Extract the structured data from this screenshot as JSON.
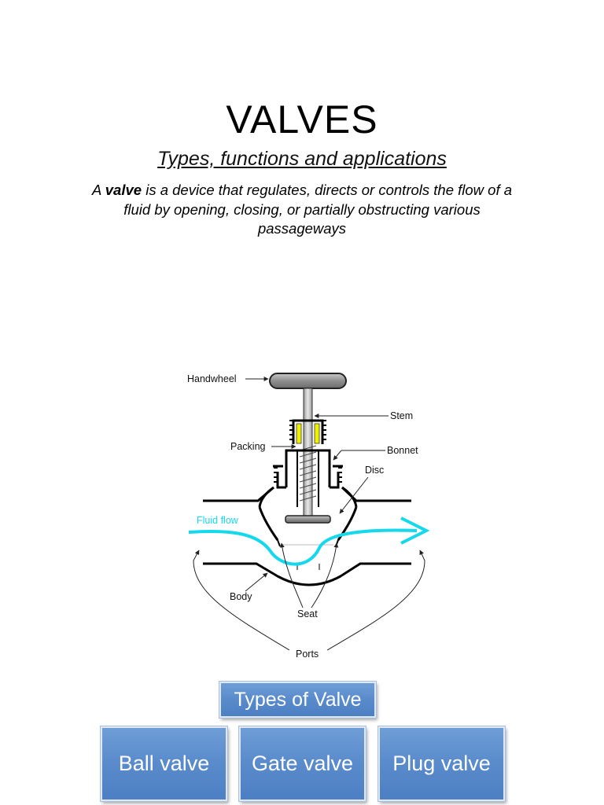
{
  "slide": {
    "title": "VALVES",
    "subtitle": "Types, functions and applications",
    "definition": {
      "prefix": "A ",
      "bold_word": "valve",
      "rest": " is a device that regulates, directs or controls the flow of a fluid by opening, closing, or partially obstructing various passageways"
    }
  },
  "diagram": {
    "labels": {
      "handwheel": "Handwheel",
      "stem": "Stem",
      "packing": "Packing",
      "bonnet": "Bonnet",
      "disc": "Disc",
      "fluid_flow": "Fluid flow",
      "body": "Body",
      "seat": "Seat",
      "ports": "Ports"
    },
    "colors": {
      "flow": "#14d8ec",
      "packing": "#f0f000",
      "handwheel": "#9a9a9a"
    }
  },
  "types": {
    "header": "Types of Valve",
    "items": [
      "Ball valve",
      "Gate valve",
      "Plug valve"
    ],
    "box_color": "#5b8ccc"
  }
}
